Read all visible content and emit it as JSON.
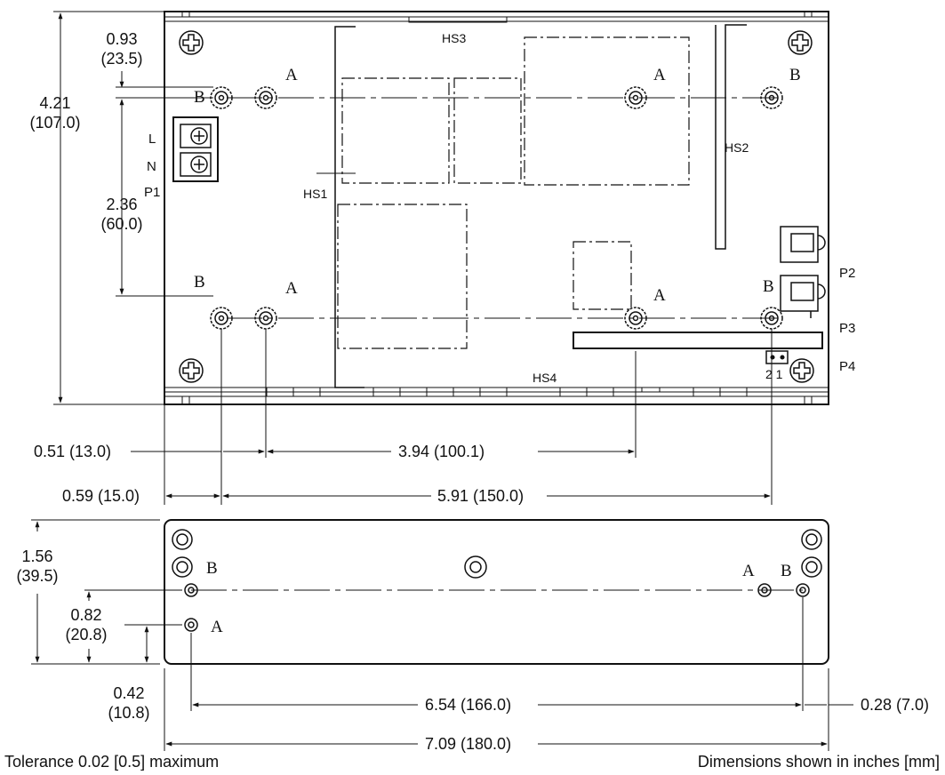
{
  "dimensions": {
    "d_093": "0.93",
    "d_235": "(23.5)",
    "d_421": "4.21",
    "d_1070": "(107.0)",
    "d_236": "2.36",
    "d_600": "(60.0)",
    "d_051": "0.51 (13.0)",
    "d_394": "3.94 (100.1)",
    "d_059": "0.59 (15.0)",
    "d_591": "5.91 (150.0)",
    "d_156": "1.56",
    "d_395": "(39.5)",
    "d_082": "0.82",
    "d_208": "(20.8)",
    "d_042": "0.42",
    "d_108": "(10.8)",
    "d_654": "6.54 (166.0)",
    "d_028": "0.28 (7.0)",
    "d_709": "7.09 (180.0)"
  },
  "labels": {
    "a": "A",
    "b": "B",
    "l": "L",
    "n": "N",
    "p1": "P1",
    "p2": "P2",
    "p3": "P3",
    "p4": "P4",
    "hs1": "HS1",
    "hs2": "HS2",
    "hs3": "HS3",
    "hs4": "HS4",
    "pins": "2 1"
  },
  "footer": {
    "tolerance": "Tolerance 0.02 [0.5] maximum",
    "units": "Dimensions shown in inches [mm]"
  }
}
